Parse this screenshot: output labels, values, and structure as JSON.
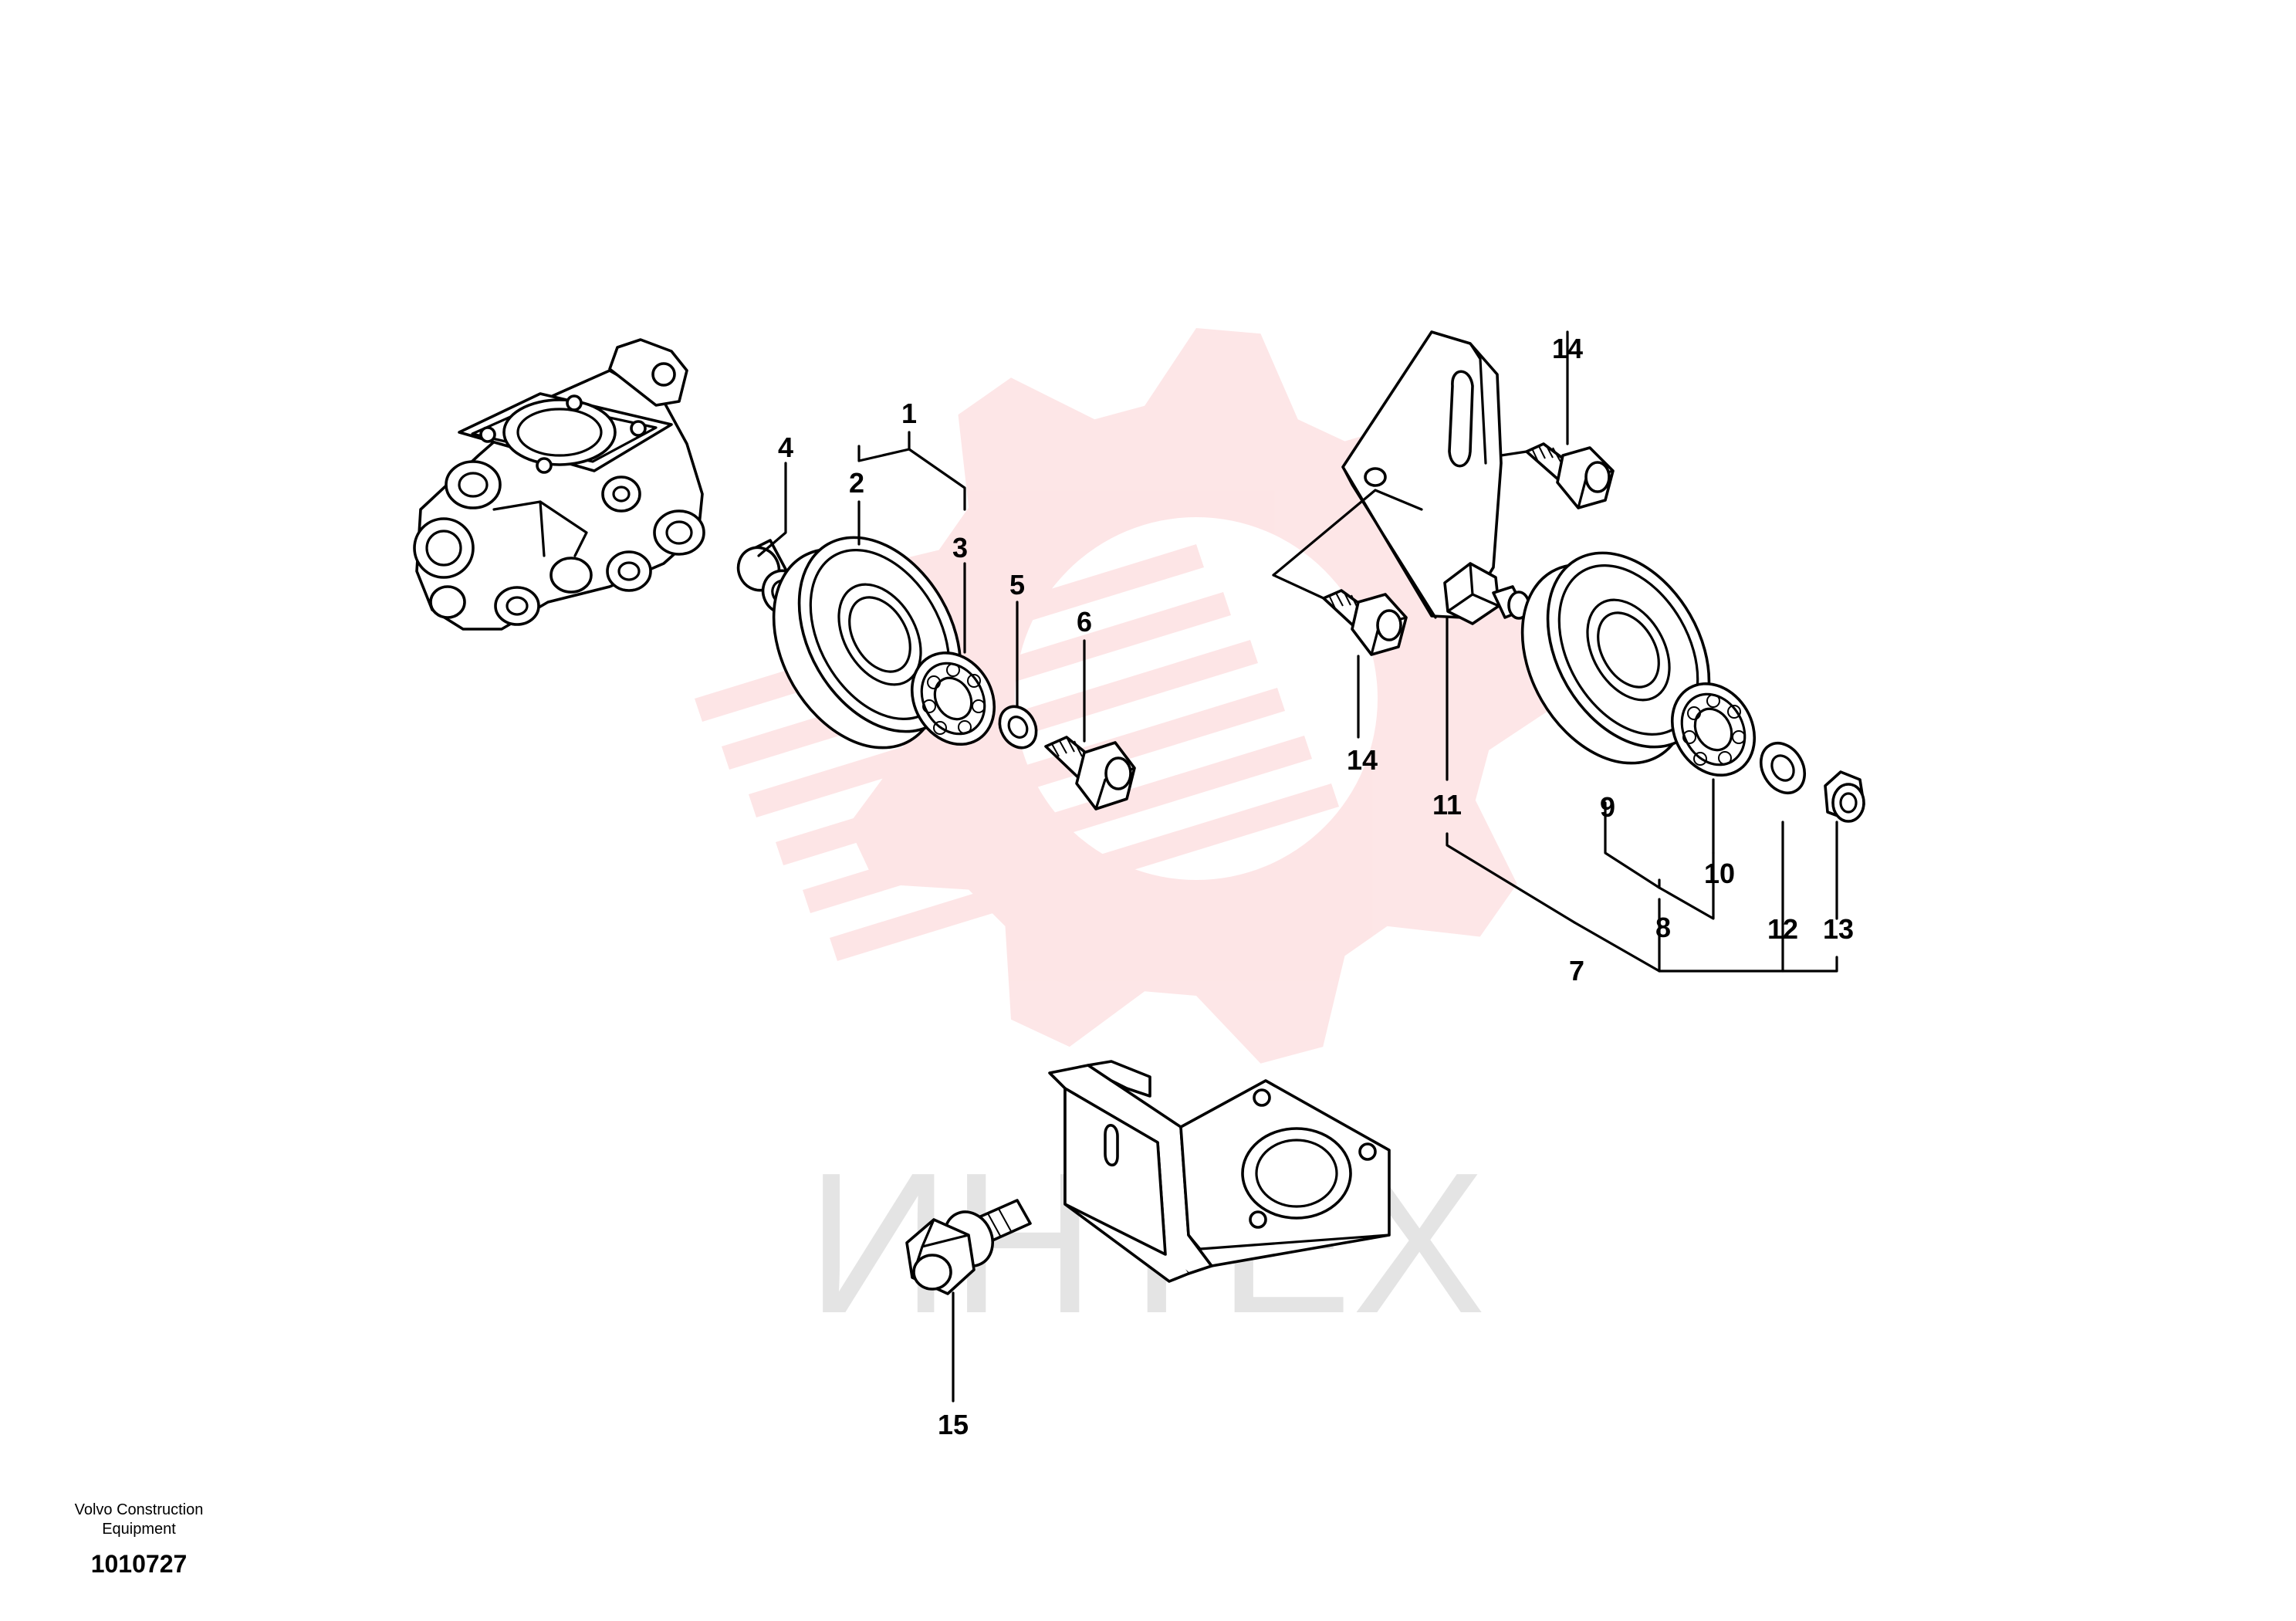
{
  "colors": {
    "watermark_gear": "#ef1c24",
    "watermark_text": "#bcbcbc",
    "line": "#000000"
  },
  "watermark": {
    "text": "ИНТЕХ"
  },
  "callouts": [
    {
      "id": "callout-1",
      "text": "1"
    },
    {
      "id": "callout-2",
      "text": "2"
    },
    {
      "id": "callout-3",
      "text": "3"
    },
    {
      "id": "callout-4",
      "text": "4"
    },
    {
      "id": "callout-5",
      "text": "5"
    },
    {
      "id": "callout-6",
      "text": "6"
    },
    {
      "id": "callout-7",
      "text": "7"
    },
    {
      "id": "callout-8",
      "text": "8"
    },
    {
      "id": "callout-9",
      "text": "9"
    },
    {
      "id": "callout-10",
      "text": "10"
    },
    {
      "id": "callout-11",
      "text": "11"
    },
    {
      "id": "callout-12",
      "text": "12"
    },
    {
      "id": "callout-13",
      "text": "13"
    },
    {
      "id": "callout-14a",
      "text": "14"
    },
    {
      "id": "callout-14b",
      "text": "14"
    },
    {
      "id": "callout-15",
      "text": "15"
    }
  ],
  "footer": {
    "manufacturer_line1": "Volvo Construction",
    "manufacturer_line2": "Equipment",
    "drawing_number": "1010727"
  }
}
